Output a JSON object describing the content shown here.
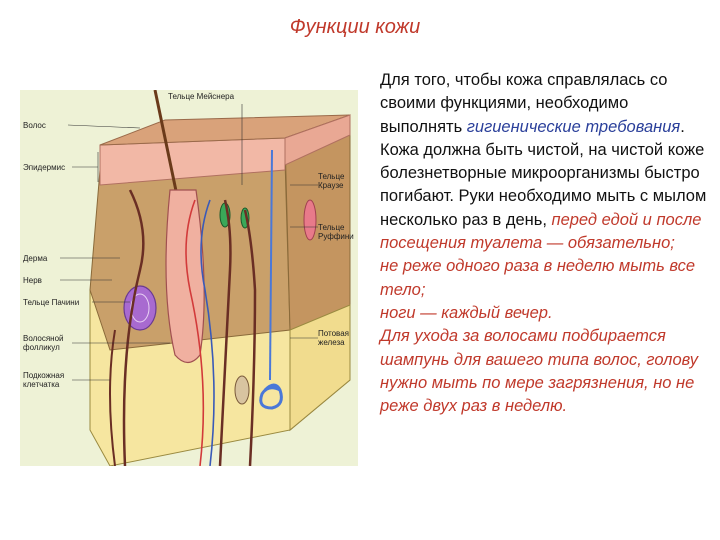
{
  "slide": {
    "title": "Функции кожи"
  },
  "figure": {
    "labels_left": [
      "Волос",
      "Эпидермис",
      "Дерма",
      "Нерв",
      "Тельце Пачини",
      "Волосяной фолликул",
      "Подкожная клетчатка"
    ],
    "label_top": "Тельце Мейснера",
    "labels_right": [
      "Тельце Краузе",
      "Тельце Руффини",
      "Потовая железа"
    ],
    "colors": {
      "epidermis_top": "#d9a27a",
      "epidermis": "#f0b9a8",
      "dermis": "#c8a068",
      "fat": "#f6e6a0",
      "nerve": "#7a3a2e",
      "vessel_red": "#d23a3a",
      "vessel_blue": "#4a6ec8",
      "gland": "#9a5cc2",
      "sweat_gland": "#6a8ad8"
    }
  },
  "text": {
    "p1_a": "Для того, чтобы кожа справлялась со своими функциями, необходимо выполнять ",
    "p1_em": "гигиенические требования",
    "p1_b": ". Кожа должна быть чистой, на чистой коже болезнетворные микроорганизмы быстро погибают. Руки необходимо мыть с мылом несколько раз в день, ",
    "l1": "перед едой и после посещения туалета — обязательно;",
    "l2": "не реже одного раза в неделю мыть все тело;",
    "l3": "ноги — каждый вечер.",
    "l4": "Для ухода за волосами подбирается шампунь для вашего типа волос, голову нужно мыть по мере загрязнения, но не реже двух раз в неделю."
  }
}
